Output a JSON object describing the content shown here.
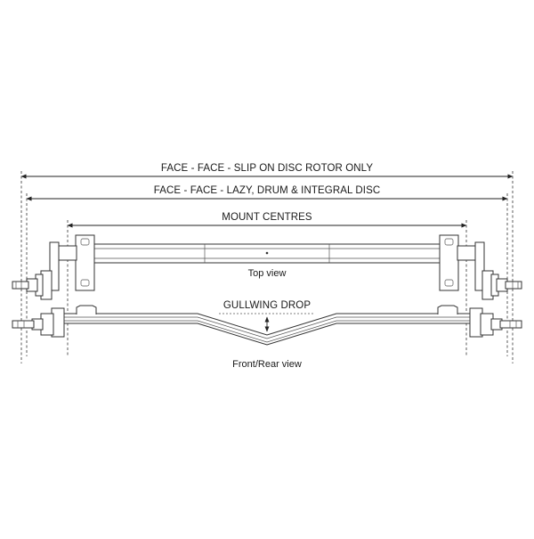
{
  "diagram": {
    "labels": {
      "face_slip_on": "FACE - FACE - SLIP ON DISC ROTOR ONLY",
      "face_lazy": "FACE - FACE - LAZY, DRUM & INTEGRAL DISC",
      "mount_centres": "MOUNT CENTRES",
      "top_view": "Top view",
      "gullwing_drop": "GULLWING DROP",
      "front_rear_view": "Front/Rear view"
    },
    "colors": {
      "line": "#333333",
      "background": "#ffffff"
    }
  }
}
